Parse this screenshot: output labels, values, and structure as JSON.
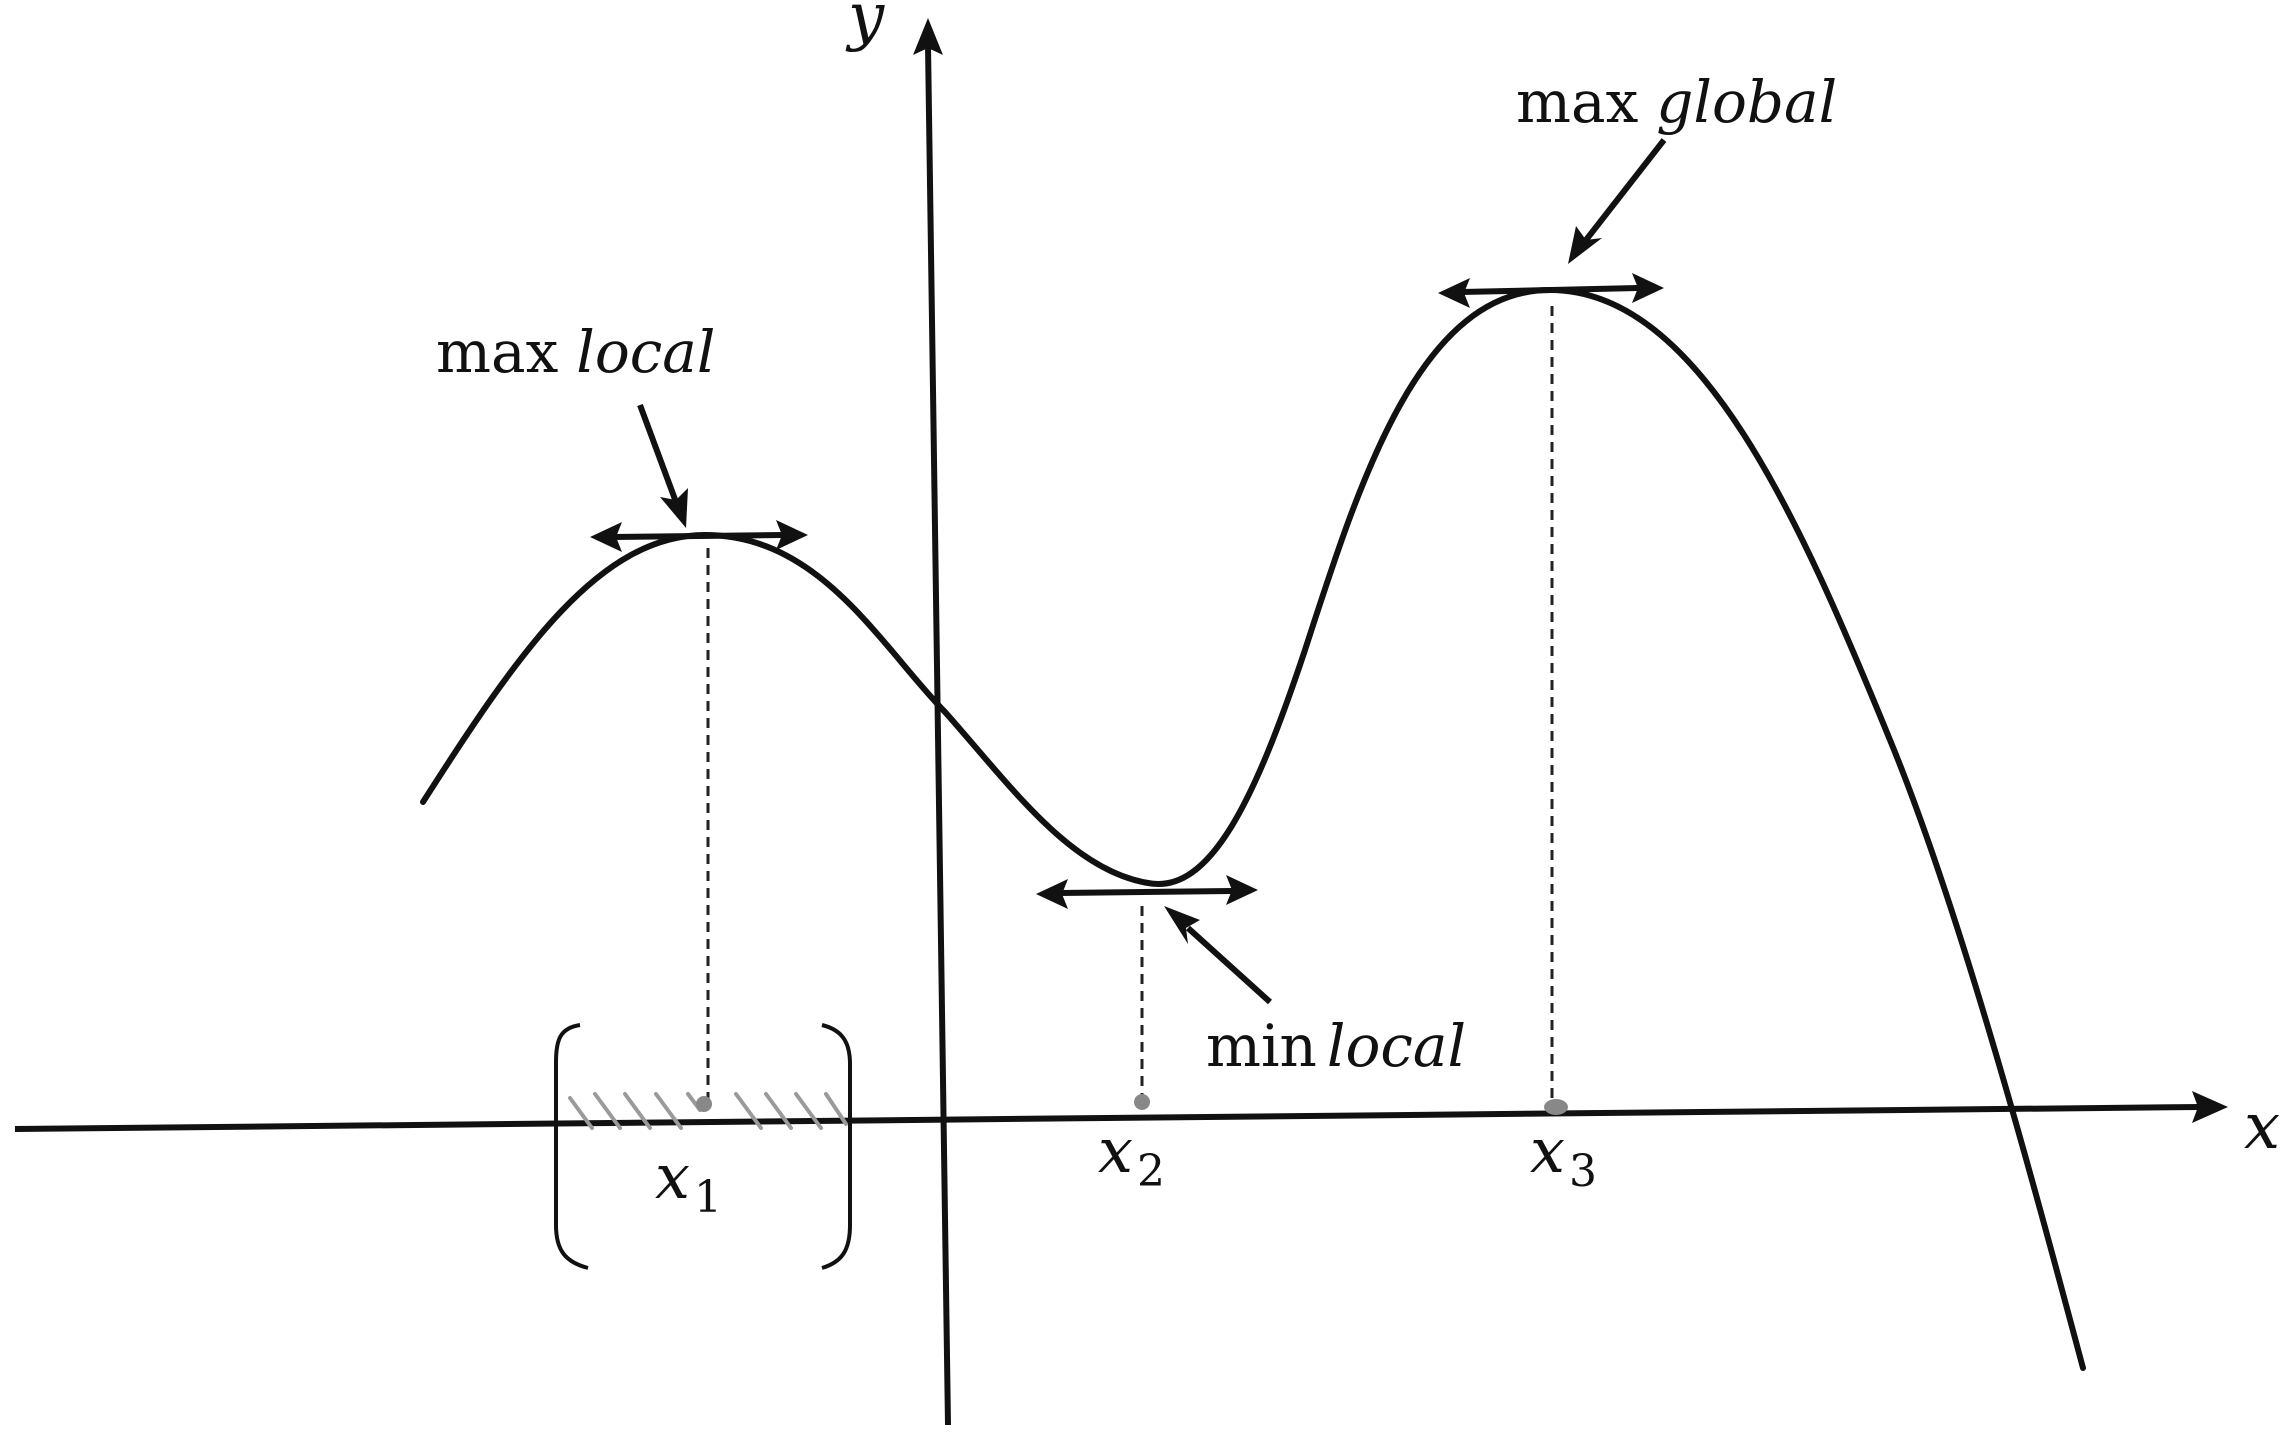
{
  "axes": {
    "x_label": "x",
    "y_label": "y"
  },
  "annotations": {
    "max_local": {
      "prefix": "max",
      "word": "local"
    },
    "min_local": {
      "prefix": "min",
      "word": "local"
    },
    "max_global": {
      "prefix": "max",
      "word": "global"
    }
  },
  "points": {
    "x1": {
      "base": "x",
      "sub": "1"
    },
    "x2": {
      "base": "x",
      "sub": "2"
    },
    "x3": {
      "base": "x",
      "sub": "3"
    }
  },
  "colors": {
    "ink": "#111111",
    "guide": "#222222",
    "marker": "#888888",
    "hatch": "#9a9a9a"
  }
}
